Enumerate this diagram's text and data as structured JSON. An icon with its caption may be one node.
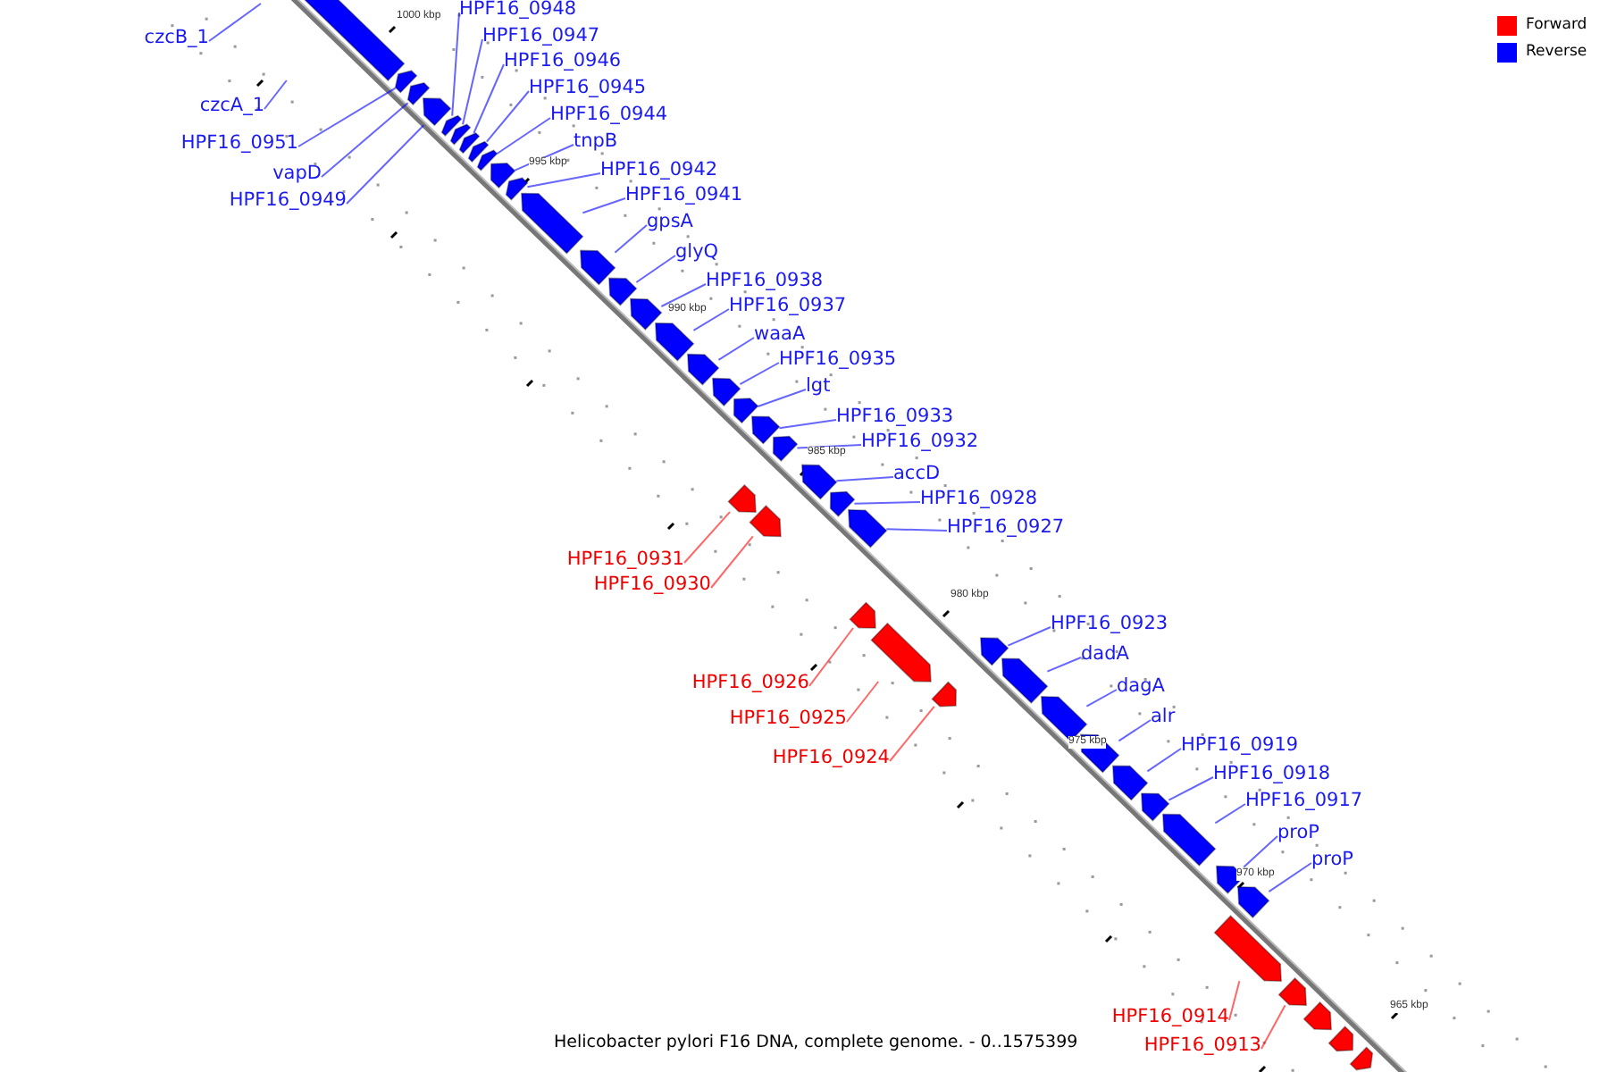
{
  "diagram": {
    "caption": "Helicobacter pylori F16 DNA, complete genome. - 0..1575399",
    "nodes": [
      {
        "text": [
          "czcB_1"
        ]
      },
      {
        "text": [
          "czcA_1"
        ]
      },
      {
        "text": [
          "HPF16_0951"
        ]
      },
      {
        "text": [
          "vapD"
        ]
      },
      {
        "text": [
          "HPF16_0949"
        ]
      },
      {
        "text": [
          "HPF16_0948"
        ]
      },
      {
        "text": [
          "HPF16_0947"
        ]
      },
      {
        "text": [
          "HPF16_0946"
        ]
      },
      {
        "text": [
          "HPF16_0945"
        ]
      },
      {
        "text": [
          "HPF16_0944"
        ]
      },
      {
        "text": [
          "tnpB"
        ]
      },
      {
        "text": [
          "HPF16_0942"
        ]
      },
      {
        "text": [
          "HPF16_0941"
        ]
      },
      {
        "text": [
          "gpsA"
        ]
      },
      {
        "text": [
          "glyQ"
        ]
      },
      {
        "text": [
          "HPF16_0938"
        ]
      },
      {
        "text": [
          "HPF16_0937"
        ]
      },
      {
        "text": [
          "waaA"
        ]
      },
      {
        "text": [
          "HPF16_0935"
        ]
      },
      {
        "text": [
          "lgt"
        ]
      },
      {
        "text": [
          "HPF16_0933"
        ]
      },
      {
        "text": [
          "HPF16_0932"
        ]
      },
      {
        "text": [
          "accD"
        ]
      },
      {
        "text": [
          "HPF16_0928"
        ]
      },
      {
        "text": [
          "HPF16_0927"
        ]
      },
      {
        "text": [
          "HPF16_0931"
        ]
      },
      {
        "text": [
          "HPF16_0930"
        ]
      },
      {
        "text": [
          "HPF16_0926"
        ]
      },
      {
        "text": [
          "HPF16_0925"
        ]
      },
      {
        "text": [
          "HPF16_0924"
        ]
      },
      {
        "text": [
          "HPF16_0923"
        ]
      },
      {
        "text": [
          "dadA"
        ]
      },
      {
        "text": [
          "dagA"
        ]
      },
      {
        "text": [
          "alr"
        ]
      },
      {
        "text": [
          "HPF16_0919"
        ]
      },
      {
        "text": [
          "HPF16_0918"
        ]
      },
      {
        "text": [
          "HPF16_0917"
        ]
      },
      {
        "text": [
          "proP"
        ]
      },
      {
        "text": [
          "proP"
        ]
      },
      {
        "text": [
          "HPF16_0914"
        ]
      },
      {
        "text": [
          "HPF16_0913"
        ]
      },
      {
        "text": [],
        "shape": "arrow"
      },
      {
        "text": [],
        "shape": "arrow"
      },
      {
        "text": [],
        "shape": "arrow"
      },
      {
        "text": [],
        "shape": "arrow"
      },
      {
        "text": [],
        "shape": "arrow"
      },
      {
        "text": [],
        "shape": "arrow"
      },
      {
        "text": [],
        "shape": "arrow"
      },
      {
        "text": [],
        "shape": "arrow"
      },
      {
        "text": [],
        "shape": "arrow"
      },
      {
        "text": [],
        "shape": "arrow"
      },
      {
        "text": [],
        "shape": "arrow"
      },
      {
        "text": [],
        "shape": "arrow"
      },
      {
        "text": [],
        "shape": "arrow"
      },
      {
        "text": [],
        "shape": "arrow"
      },
      {
        "text": [],
        "shape": "arrow"
      },
      {
        "text": [],
        "shape": "arrow"
      },
      {
        "text": [],
        "shape": "arrow"
      },
      {
        "text": [],
        "shape": "arrow"
      },
      {
        "text": [],
        "shape": "arrow"
      },
      {
        "text": [],
        "shape": "arrow"
      },
      {
        "text": [],
        "shape": "arrow"
      },
      {
        "text": [],
        "shape": "arrow"
      },
      {
        "text": [],
        "shape": "arrow"
      },
      {
        "text": [],
        "shape": "arrow"
      },
      {
        "text": [],
        "shape": "arrow"
      },
      {
        "text": [],
        "shape": "arrow"
      },
      {
        "text": [],
        "shape": "arrow"
      },
      {
        "text": [],
        "shape": "arrow"
      },
      {
        "text": [],
        "shape": "arrow"
      },
      {
        "text": [],
        "shape": "arrow"
      },
      {
        "text": [],
        "shape": "arrow"
      },
      {
        "text": [],
        "shape": "arrow"
      },
      {
        "text": [],
        "shape": "arrow"
      },
      {
        "text": [],
        "shape": "arrow"
      },
      {
        "text": [],
        "shape": "arrow"
      },
      {
        "text": [],
        "shape": "arrow"
      },
      {
        "text": [],
        "shape": "arrow"
      },
      {
        "text": [],
        "shape": "arrow"
      },
      {
        "text": [],
        "shape": "arrow"
      },
      {
        "text": [],
        "shape": "arrow"
      },
      {
        "text": [],
        "shape": "arrow"
      },
      {
        "text": [],
        "shape": "arrow"
      },
      {
        "text": [],
        "shape": "arrow"
      }
    ],
    "edges": [
      {
        "from": 0,
        "to": null,
        "arrow": "none"
      },
      {
        "from": 1,
        "to": 41,
        "arrow": "none"
      },
      {
        "from": 2,
        "to": 42,
        "arrow": "none"
      },
      {
        "from": 3,
        "to": 43,
        "arrow": "none"
      },
      {
        "from": 4,
        "to": 44,
        "arrow": "none"
      },
      {
        "from": 5,
        "to": 45,
        "arrow": "none"
      },
      {
        "from": 6,
        "to": 46,
        "arrow": "none"
      },
      {
        "from": 7,
        "to": 47,
        "arrow": "none"
      },
      {
        "from": 8,
        "to": 48,
        "arrow": "none"
      },
      {
        "from": 9,
        "to": 49,
        "arrow": "none"
      },
      {
        "from": 10,
        "to": 50,
        "arrow": "none"
      },
      {
        "from": 11,
        "to": 51,
        "arrow": "none"
      },
      {
        "from": 12,
        "to": 52,
        "arrow": "none"
      },
      {
        "from": 13,
        "to": 53,
        "arrow": "none"
      },
      {
        "from": 14,
        "to": 54,
        "arrow": "none"
      },
      {
        "from": 15,
        "to": 55,
        "arrow": "none"
      },
      {
        "from": 16,
        "to": 56,
        "arrow": "none"
      },
      {
        "from": 17,
        "to": 57,
        "arrow": "none"
      },
      {
        "from": 18,
        "to": 58,
        "arrow": "none"
      },
      {
        "from": 19,
        "to": 59,
        "arrow": "none"
      },
      {
        "from": 20,
        "to": 60,
        "arrow": "none"
      },
      {
        "from": 21,
        "to": 61,
        "arrow": "none"
      },
      {
        "from": 22,
        "to": 62,
        "arrow": "none"
      },
      {
        "from": 23,
        "to": 63,
        "arrow": "none"
      },
      {
        "from": 24,
        "to": 64,
        "arrow": "none"
      },
      {
        "from": 25,
        "to": 65,
        "arrow": "none",
        "color": "#ff0000"
      },
      {
        "from": 26,
        "to": 66,
        "arrow": "none",
        "color": "#ff0000"
      },
      {
        "from": 27,
        "to": 67,
        "arrow": "none",
        "color": "#ff0000"
      },
      {
        "from": 28,
        "to": 68,
        "arrow": "none",
        "color": "#ff0000"
      },
      {
        "from": 29,
        "to": 69,
        "arrow": "none",
        "color": "#ff0000"
      },
      {
        "from": 30,
        "to": 70,
        "arrow": "none"
      },
      {
        "from": 31,
        "to": 71,
        "arrow": "none"
      },
      {
        "from": 32,
        "to": 72,
        "arrow": "none"
      },
      {
        "from": 33,
        "to": 73,
        "arrow": "none"
      },
      {
        "from": 34,
        "to": 74,
        "arrow": "none"
      },
      {
        "from": 35,
        "to": 75,
        "arrow": "none"
      },
      {
        "from": 36,
        "to": 76,
        "arrow": "none"
      },
      {
        "from": 37,
        "to": 77,
        "arrow": "none"
      },
      {
        "from": 38,
        "to": 78,
        "arrow": "none"
      },
      {
        "from": 39,
        "to": 79,
        "arrow": "none",
        "color": "#ff0000"
      },
      {
        "from": 40,
        "to": 80,
        "arrow": "none",
        "color": "#ff0000"
      }
    ],
    "labels": [
      "1000 kbp",
      "995 kbp",
      "990 kbp",
      "985 kbp",
      "980 kbp",
      "975 kbp",
      "970 kbp",
      "965 kbp"
    ],
    "legend": [
      {
        "text": "Forward",
        "color": "#ff0000"
      },
      {
        "text": "Reverse",
        "color": "#0000ff"
      }
    ]
  }
}
